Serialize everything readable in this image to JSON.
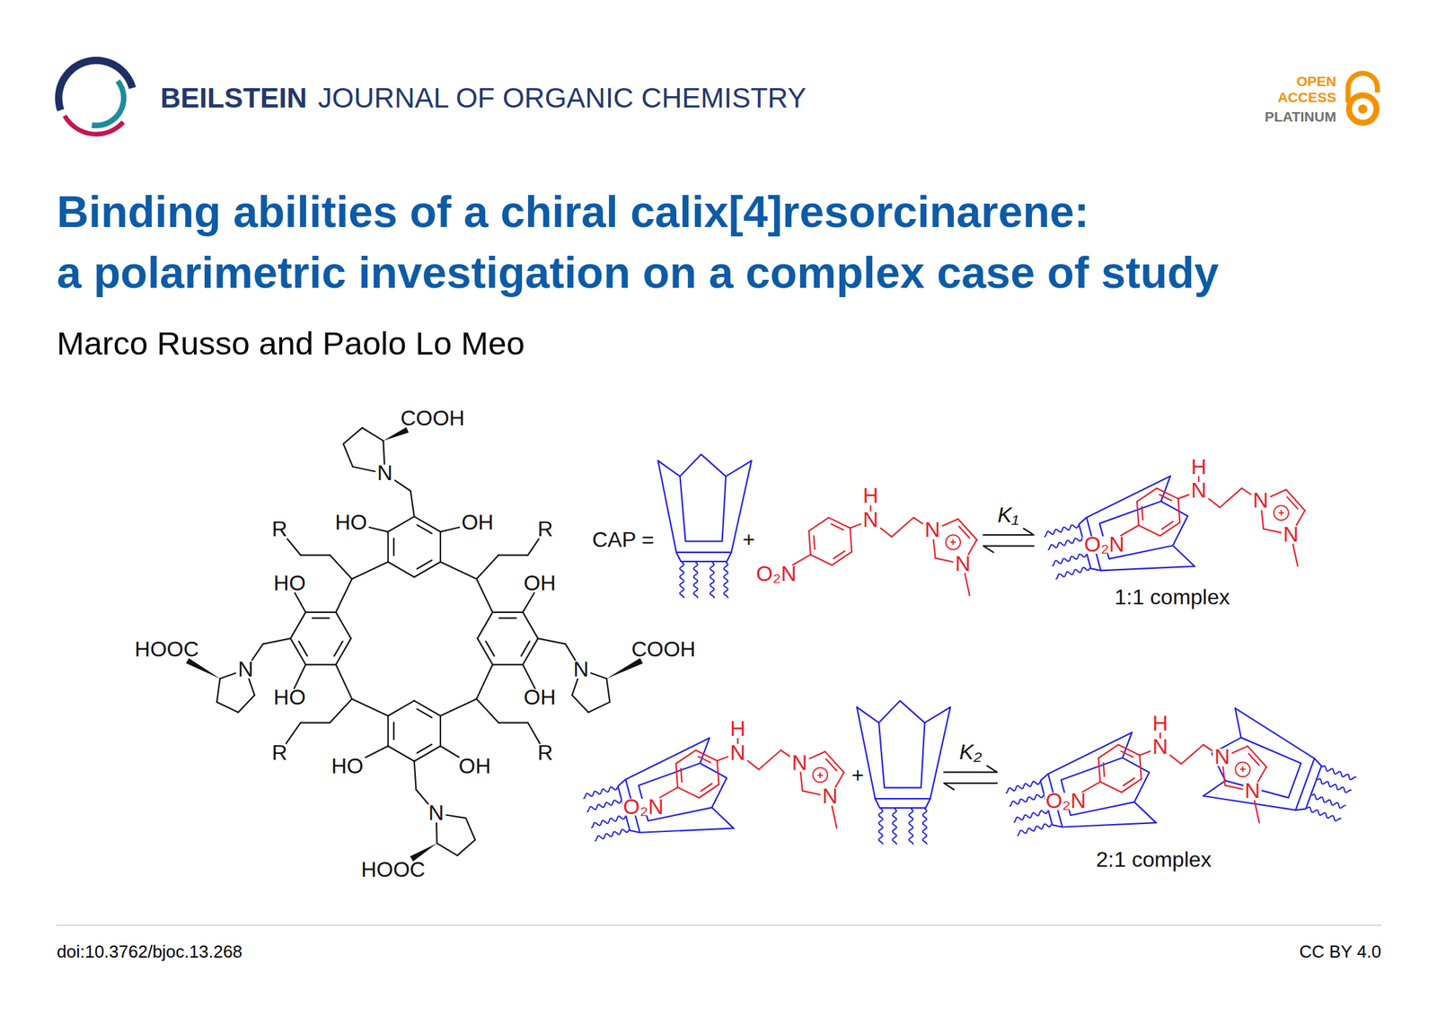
{
  "diagram": {
    "title": "Binding abilities of a chiral calix[4]resorcinarene: a polarimetric investigation on a complex case of study",
    "labels": [
      "BEILSTEIN",
      "JOURNAL OF ORGANIC CHEMISTRY",
      "OPEN",
      "ACCESS",
      "PLATINUM",
      "Marco Russo and Paolo Lo Meo",
      "COOH",
      "N",
      "R",
      "HO",
      "OH",
      "R",
      "HO",
      "OH",
      "HOOC",
      "N",
      "COOH",
      "N",
      "HO",
      "OH",
      "R",
      "HO",
      "OH",
      "R",
      "N",
      "HOOC",
      "CAP =",
      "+",
      "H",
      "N",
      "N",
      "+",
      "N",
      "O₂N",
      "K₁",
      "H",
      "N",
      "N",
      "+",
      "N",
      "O₂N",
      "1:1 complex",
      "H",
      "N",
      "N",
      "+",
      "N",
      "O₂N",
      "+",
      "K₂",
      "H",
      "N",
      "N",
      "+",
      "N",
      "O₂N",
      "2:1 complex",
      "doi:10.3762/bjoc.13.268",
      "CC BY 4.0"
    ]
  }
}
